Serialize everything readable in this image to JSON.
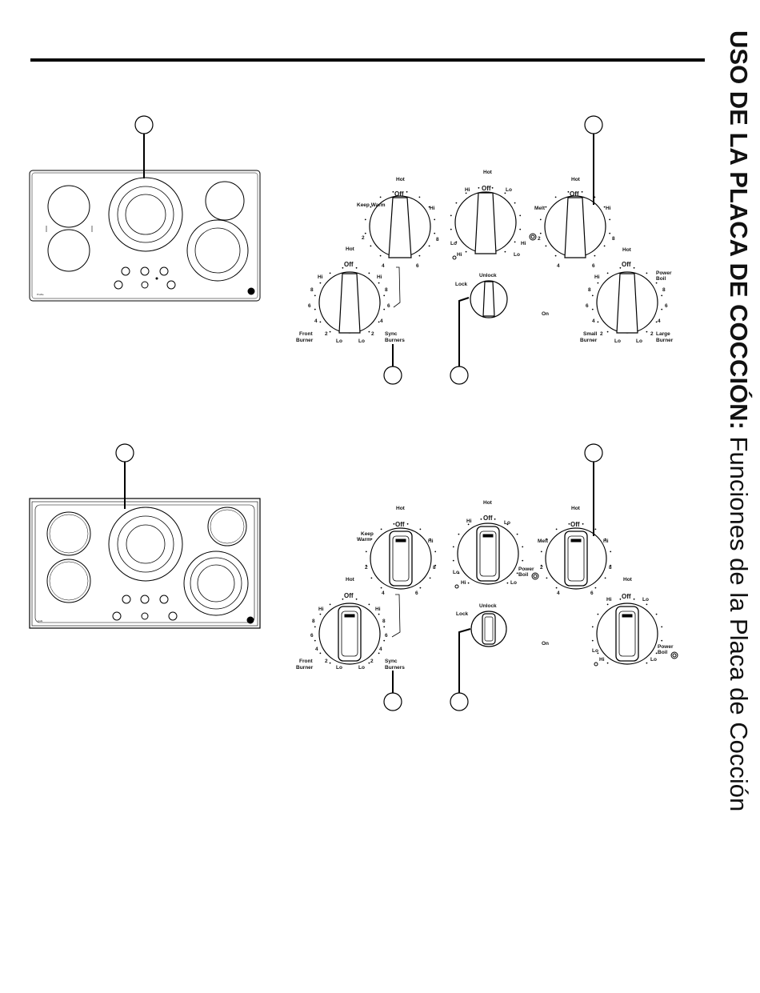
{
  "side_title": {
    "bold": "USO DE LA PLACA DE COCCIÓN:",
    "regular": " Funciones de la Placa de Cocción"
  },
  "cooktops": {
    "top": {
      "brand": "Profile"
    },
    "bottom": {
      "brand": "Café"
    }
  },
  "knobs": {
    "top": [
      {
        "id": "t1",
        "labels": [
          "Hot",
          "Off",
          "Keep Warm",
          "Hi",
          "2",
          "8",
          "4",
          "6"
        ]
      },
      {
        "id": "t2",
        "labels": [
          "Hot",
          "Off",
          "Hi",
          "Lo",
          "Lo",
          "Hi",
          "Hi",
          "Lo"
        ]
      },
      {
        "id": "t3",
        "labels": [
          "Hot",
          "Off",
          "Melt",
          "Hi",
          "2",
          "8",
          "4",
          "6"
        ]
      },
      {
        "id": "t4",
        "labels": [
          "Hot",
          "Off",
          "Hi",
          "Hi",
          "8",
          "8",
          "6",
          "6",
          "4",
          "4",
          "2",
          "2",
          "Lo",
          "Lo",
          "Front Burner",
          "Sync Burners"
        ]
      },
      {
        "id": "t5",
        "labels": [
          "Lock",
          "Unlock"
        ]
      },
      {
        "id": "t6",
        "labels": [
          "Hot",
          "Off",
          "Hi",
          "Power Boil",
          "8",
          "8",
          "6",
          "6",
          "4",
          "4",
          "2",
          "2",
          "Lo",
          "Lo",
          "Small Burner",
          "Large Burner"
        ]
      }
    ],
    "top_on": "On",
    "bottom": [
      {
        "id": "b1",
        "labels": [
          "Hot",
          "Off",
          "Keep Warm",
          "Hi",
          "2",
          "8",
          "4",
          "6"
        ]
      },
      {
        "id": "b2",
        "labels": [
          "Hot",
          "Off",
          "Hi",
          "Lo",
          "Lo",
          "Power Boil",
          "Hi",
          "Lo"
        ]
      },
      {
        "id": "b3",
        "labels": [
          "Hot",
          "Off",
          "Melt",
          "Hi",
          "2",
          "8",
          "4",
          "6"
        ]
      },
      {
        "id": "b4",
        "labels": [
          "Hot",
          "Off",
          "Hi",
          "Hi",
          "8",
          "8",
          "6",
          "6",
          "4",
          "4",
          "2",
          "2",
          "Lo",
          "Lo",
          "Front Burner",
          "Sync Burners"
        ]
      },
      {
        "id": "b5",
        "labels": [
          "Lock",
          "Unlock"
        ]
      },
      {
        "id": "b6",
        "labels": [
          "Hot",
          "Hi",
          "Off",
          "Lo",
          "Lo",
          "Power Boil",
          "Hi",
          "Lo"
        ]
      }
    ],
    "bottom_on": "On"
  }
}
